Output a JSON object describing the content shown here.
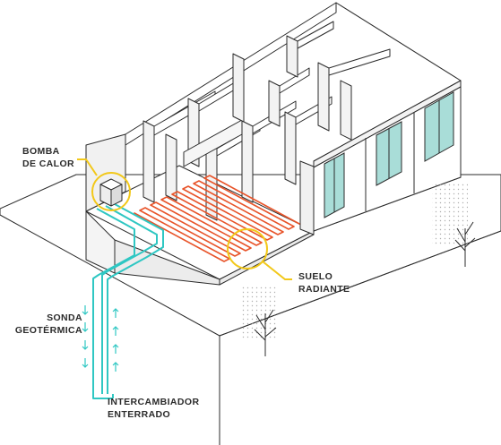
{
  "labels": {
    "heat_pump_line1": "BOMBA",
    "heat_pump_line2": "DE CALOR",
    "floor_line1": "SUELO",
    "floor_line2": "RADIANTE",
    "probe_line1": "SONDA",
    "probe_line2": "GEOTÉRMICA",
    "exchanger_line1": "INTERCAMBIADOR",
    "exchanger_line2": "ENTERRADO"
  },
  "colors": {
    "ink": "#2b2b2b",
    "callout": "#f2c81a",
    "radiant_pipe": "#e8542a",
    "geo_pipe": "#2fc7c3",
    "glass": "#a9ddd8",
    "wall": "#ffffff",
    "wall_shade": "#f1f1f1"
  },
  "icons": [
    "heat-pump-icon",
    "tree-icon"
  ]
}
